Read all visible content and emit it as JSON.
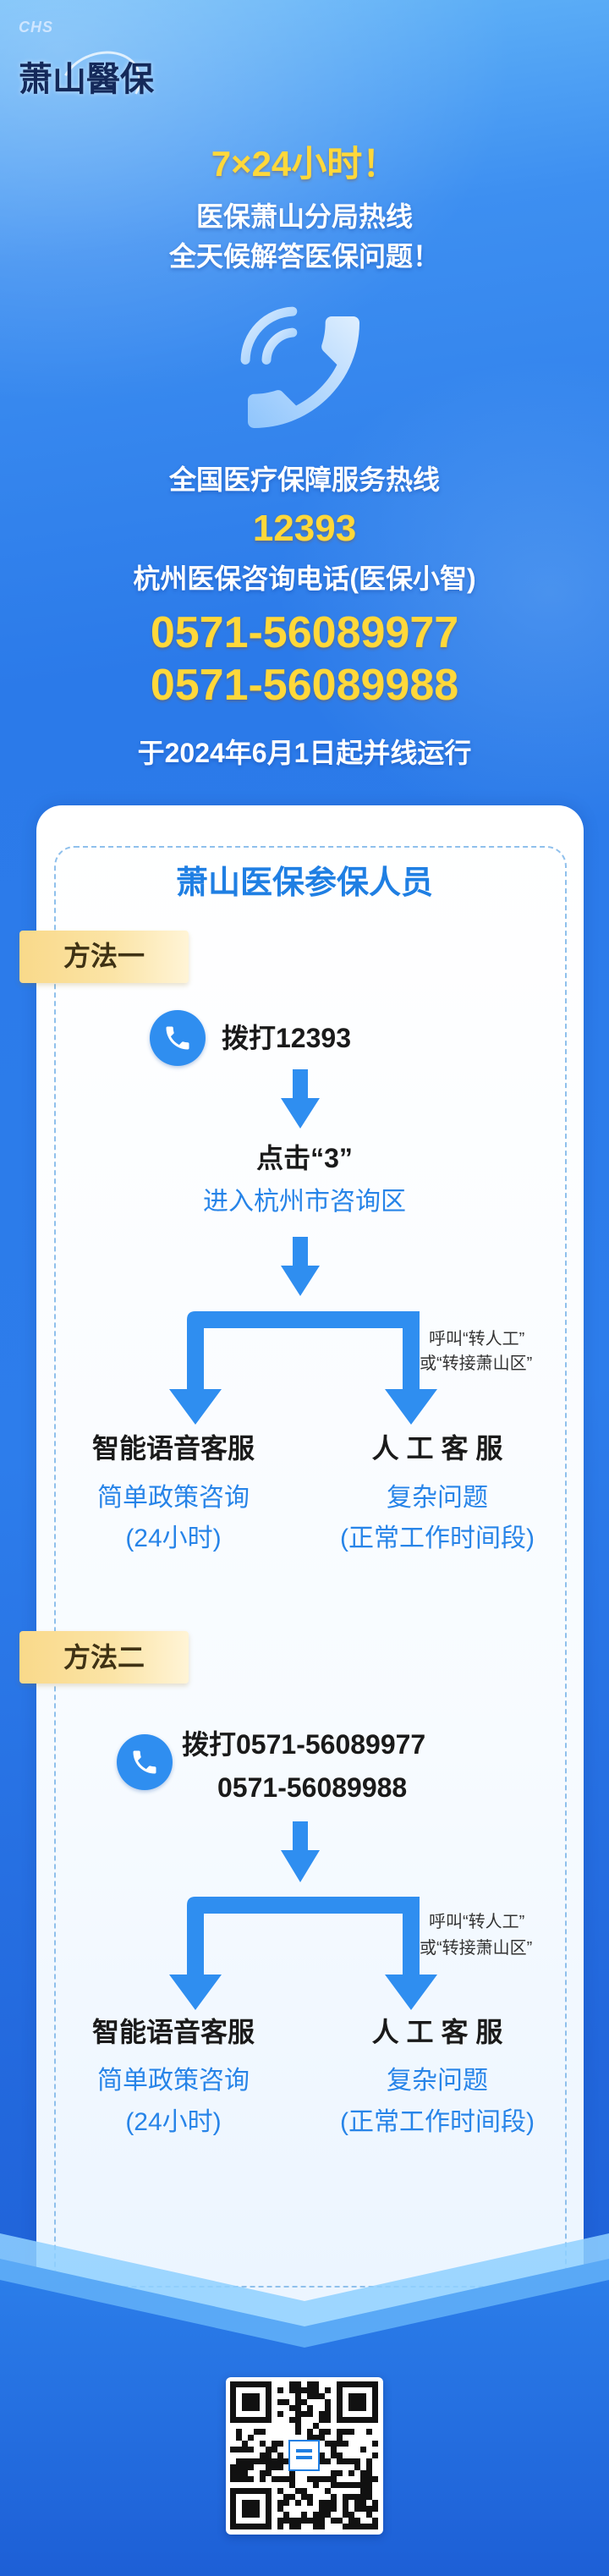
{
  "logo": {
    "brand": "CHS",
    "name": "萧山醫保"
  },
  "hero": {
    "headline": "7×24小时！",
    "line1": "医保萧山分局热线",
    "line2": "全天候解答医保问题！",
    "icon": "phone-signal-icon"
  },
  "hotline": {
    "national_label": "全国医疗保障服务热线",
    "national_number": "12393",
    "hz_label": "杭州医保咨询电话(医保小智)",
    "hz_number_1": "0571-56089977",
    "hz_number_2": "0571-56089988",
    "notice": "于2024年6月1日起并线运行"
  },
  "card": {
    "title": "萧山医保参保人员",
    "method1": {
      "tab": "方法一",
      "dial": "拨打12393",
      "step": "点击“3”",
      "step_sub": "进入杭州市咨询区",
      "transfer_1": "呼叫“转人工”",
      "transfer_2": "或“转接萧山区”",
      "left_title": "智能语音客服",
      "left_desc": "简单政策咨询",
      "left_hours": "(24小时)",
      "right_title": "人 工 客 服",
      "right_desc": "复杂问题",
      "right_hours": "(正常工作时间段)"
    },
    "method2": {
      "tab": "方法二",
      "dial": "拨打0571-56089977",
      "dial_2": "0571-56089988",
      "transfer_1": "呼叫“转人工”",
      "transfer_2": "或“转接萧山区”",
      "left_title": "智能语音客服",
      "left_desc": "简单政策咨询",
      "left_hours": "(24小时)",
      "right_title": "人 工 客 服",
      "right_desc": "复杂问题",
      "right_hours": "(正常工作时间段)"
    }
  },
  "footer": {
    "qr_icon": "qr-code"
  },
  "colors": {
    "yellow": "#ffd83a",
    "title_blue": "#1f7fe3",
    "text_blue": "#2784e8",
    "arrow_blue": "#2f8ef0",
    "bottom_blue": "#1d5fd6"
  }
}
